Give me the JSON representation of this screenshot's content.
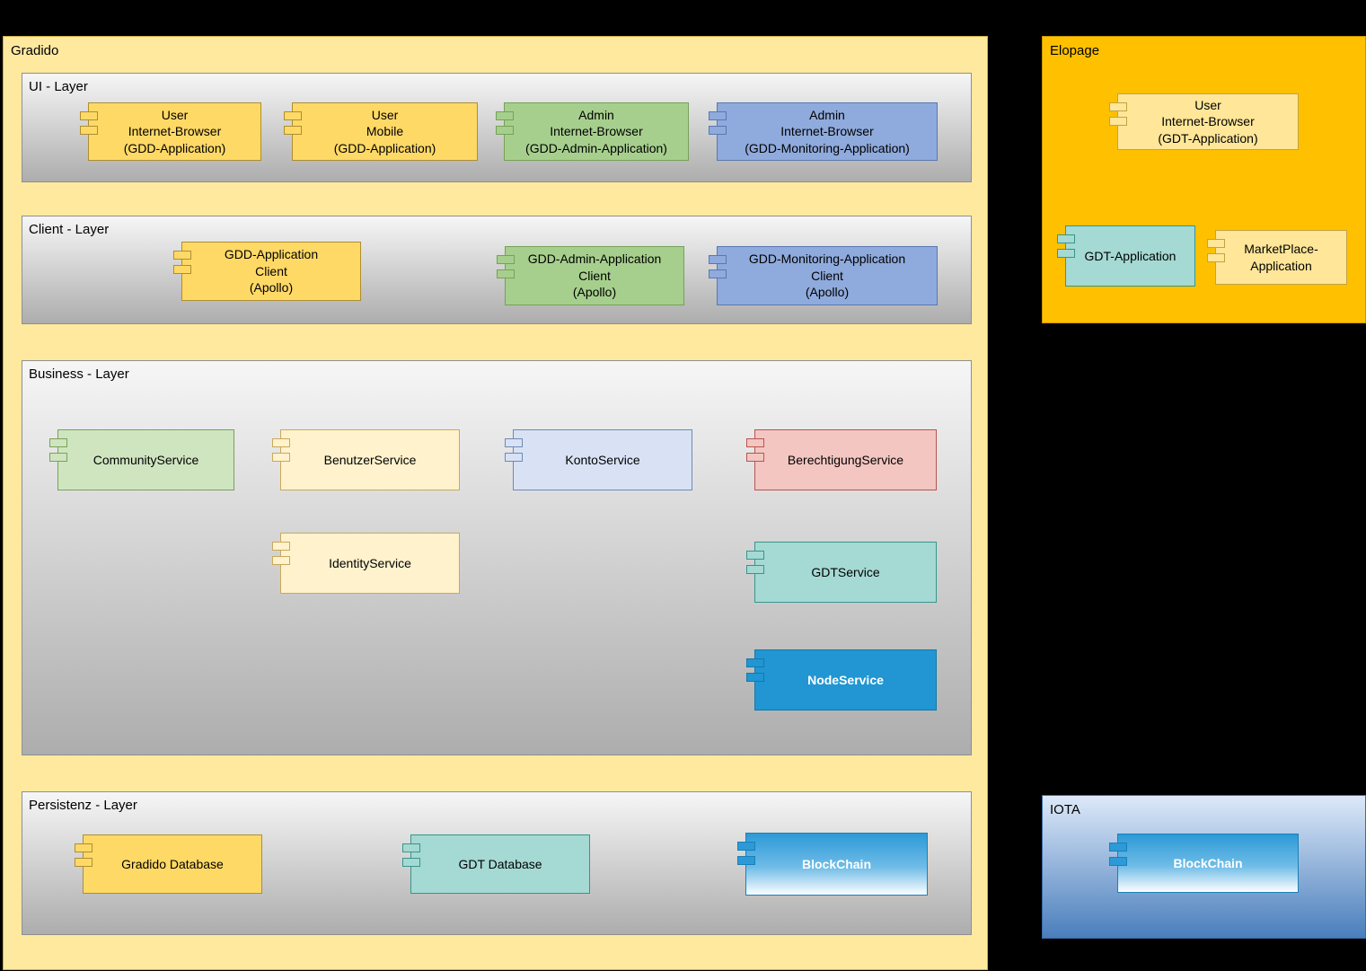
{
  "diagram": {
    "gradido": {
      "title": "Gradido",
      "ui_layer": {
        "title": "UI - Layer",
        "components": [
          {
            "label": "User\nInternet-Browser\n(GDD-Application)",
            "color": "#FFD966"
          },
          {
            "label": "User\nMobile\n(GDD-Application)",
            "color": "#FFD966"
          },
          {
            "label": "Admin\nInternet-Browser\n(GDD-Admin-Application)",
            "color": "#A6CF8D"
          },
          {
            "label": "Admin\nInternet-Browser\n(GDD-Monitoring-Application)",
            "color": "#8FAADC"
          }
        ]
      },
      "client_layer": {
        "title": "Client - Layer",
        "components": [
          {
            "label": "GDD-Application\nClient\n(Apollo)",
            "color": "#FFD966"
          },
          {
            "label": "GDD-Admin-Application\nClient\n(Apollo)",
            "color": "#A6CF8D"
          },
          {
            "label": "GDD-Monitoring-Application\nClient\n(Apollo)",
            "color": "#8FAADC"
          }
        ]
      },
      "business_layer": {
        "title": "Business - Layer",
        "components": [
          {
            "label": "CommunityService",
            "color": "#CFE5C0"
          },
          {
            "label": "BenutzerService",
            "color": "#FFF2CC"
          },
          {
            "label": "KontoService",
            "color": "#D8E2F4"
          },
          {
            "label": "BerechtigungService",
            "color": "#F3C6C2"
          },
          {
            "label": "IdentityService",
            "color": "#FFF2CC"
          },
          {
            "label": "GDTService",
            "color": "#A5D9D3"
          },
          {
            "label": "NodeService",
            "color": "#2196D3"
          }
        ]
      },
      "persistenz_layer": {
        "title": "Persistenz - Layer",
        "components": [
          {
            "label": "Gradido Database",
            "color": "#FFD966"
          },
          {
            "label": "GDT Database",
            "color": "#A5D9D3"
          },
          {
            "label": "BlockChain",
            "color": "#2D9AD7"
          }
        ]
      }
    },
    "elopage": {
      "title": "Elopage",
      "components": [
        {
          "label": "User\nInternet-Browser\n(GDT-Application)",
          "color": "#FFE699"
        },
        {
          "label": "GDT-Application",
          "color": "#A5D9D3"
        },
        {
          "label": "MarketPlace-\nApplication",
          "color": "#FFE699"
        }
      ]
    },
    "iota": {
      "title": "IOTA",
      "components": [
        {
          "label": "BlockChain",
          "color": "#2D9AD7"
        }
      ]
    }
  },
  "palette": {
    "canvas_background": "#000000",
    "gradido_fill": "#FFE99F",
    "elopage_fill": "#FFC000",
    "iota_gradient_top": "#DDE9F9",
    "iota_gradient_bottom": "#4A7EBC",
    "layer_gradient_top": "#F6F6F6",
    "layer_gradient_bottom": "#ADADAD"
  }
}
